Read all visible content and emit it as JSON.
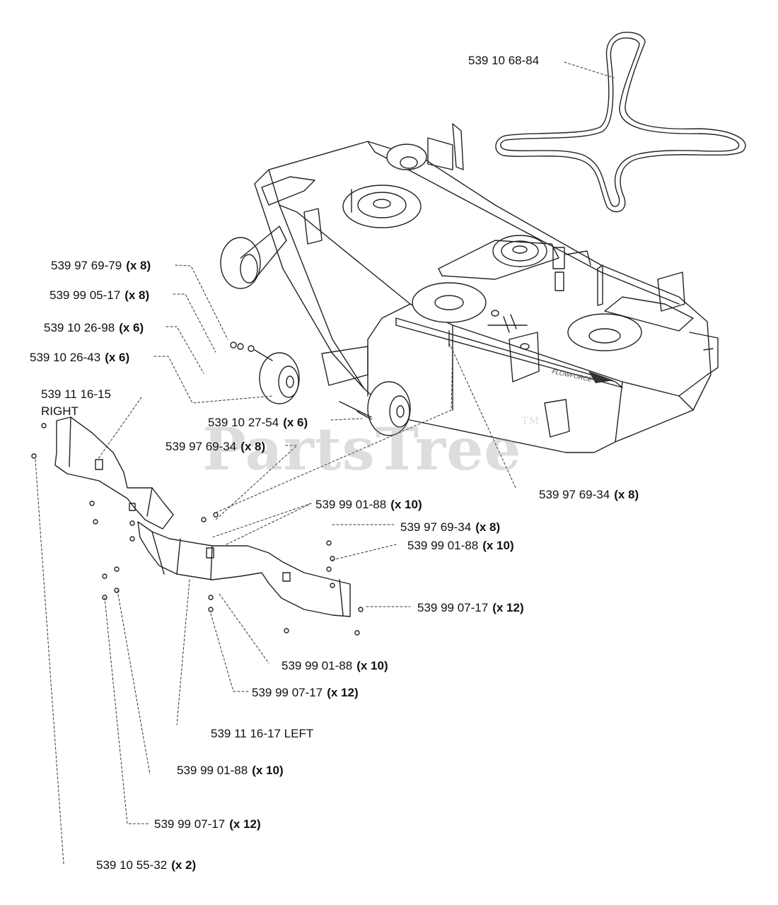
{
  "watermark": {
    "text": "PartsTree",
    "tm": "TM"
  },
  "callouts": {
    "belt": {
      "part": "539 10 68-84",
      "qty": ""
    },
    "c1": {
      "part": "539 97 69-79",
      "qty": "(x 8)"
    },
    "c2": {
      "part": "539 99 05-17",
      "qty": "(x 8)"
    },
    "c3": {
      "part": "539 10 26-98",
      "qty": "(x 6)"
    },
    "c4": {
      "part": "539 10 26-43",
      "qty": "(x 6)"
    },
    "c5": {
      "part": "539 11 16-15",
      "qty": "",
      "line2": "RIGHT"
    },
    "c6": {
      "part": "539 10 27-54",
      "qty": "(x 6)"
    },
    "c7": {
      "part": "539 97 69-34",
      "qty": "(x 8)"
    },
    "c8": {
      "part": "539 97 69-34",
      "qty": "(x 8)"
    },
    "c9": {
      "part": "539 99 01-88",
      "qty": "(x 10)"
    },
    "c10": {
      "part": "539 97 69-34",
      "qty": "(x 8)"
    },
    "c11": {
      "part": "539 99 01-88",
      "qty": "(x 10)"
    },
    "c12": {
      "part": "539 99 07-17",
      "qty": "(x 12)"
    },
    "c13": {
      "part": "539 99 01-88",
      "qty": "(x 10)"
    },
    "c14": {
      "part": "539 99 07-17",
      "qty": "(x 12)"
    },
    "c15": {
      "part": "539 11 16-17 LEFT",
      "qty": ""
    },
    "c16": {
      "part": "539 99 01-88",
      "qty": "(x 10)"
    },
    "c17": {
      "part": "539 99 07-17",
      "qty": "(x 12)"
    },
    "c18": {
      "part": "539 10 55-32",
      "qty": "(x 2)"
    }
  }
}
